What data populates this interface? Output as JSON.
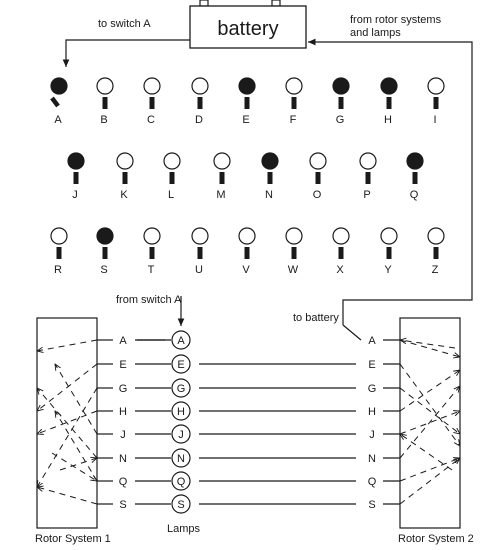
{
  "battery": {
    "label": "battery"
  },
  "annotations": {
    "to_switch_a": "to switch A",
    "from_rotor": [
      "from rotor systems",
      "and lamps"
    ],
    "from_switch_a": "from switch A",
    "to_battery": "to battery"
  },
  "keyboard": {
    "rows": [
      [
        {
          "letter": "A",
          "pressed": true
        },
        {
          "letter": "B",
          "pressed": false
        },
        {
          "letter": "C",
          "pressed": false
        },
        {
          "letter": "D",
          "pressed": false
        },
        {
          "letter": "E",
          "pressed": true
        },
        {
          "letter": "F",
          "pressed": false
        },
        {
          "letter": "G",
          "pressed": true
        },
        {
          "letter": "H",
          "pressed": true
        },
        {
          "letter": "I",
          "pressed": false
        }
      ],
      [
        {
          "letter": "J",
          "pressed": true
        },
        {
          "letter": "K",
          "pressed": false
        },
        {
          "letter": "L",
          "pressed": false
        },
        {
          "letter": "M",
          "pressed": false
        },
        {
          "letter": "N",
          "pressed": true
        },
        {
          "letter": "O",
          "pressed": false
        },
        {
          "letter": "P",
          "pressed": false
        },
        {
          "letter": "Q",
          "pressed": true
        }
      ],
      [
        {
          "letter": "R",
          "pressed": false
        },
        {
          "letter": "S",
          "pressed": true
        },
        {
          "letter": "T",
          "pressed": false
        },
        {
          "letter": "U",
          "pressed": false
        },
        {
          "letter": "V",
          "pressed": false
        },
        {
          "letter": "W",
          "pressed": false
        },
        {
          "letter": "X",
          "pressed": false
        },
        {
          "letter": "Y",
          "pressed": false
        },
        {
          "letter": "Z",
          "pressed": false
        }
      ]
    ]
  },
  "rotor_letters": [
    "A",
    "E",
    "G",
    "H",
    "J",
    "N",
    "Q",
    "S"
  ],
  "lamps": [
    "A",
    "E",
    "G",
    "H",
    "J",
    "N",
    "Q",
    "S"
  ],
  "labels": {
    "rotor1": "Rotor System 1",
    "rotor2": "Rotor System 2",
    "lamps": "Lamps"
  },
  "colors": {
    "ink": "#1a1a1a",
    "lamp_green": "#2e7d32"
  }
}
